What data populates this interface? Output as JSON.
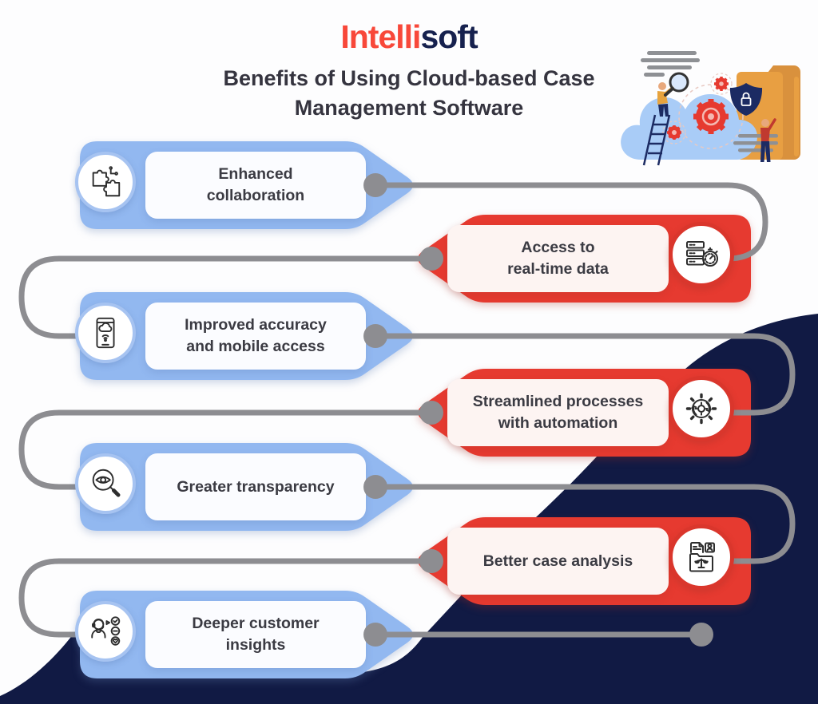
{
  "logo": {
    "part1": "Intelli",
    "part2": "soft"
  },
  "title": {
    "line1": "Benefits of Using Cloud-based Case",
    "line2": "Management Software"
  },
  "items": [
    {
      "label": "Enhanced\ncollaboration",
      "color": "blue",
      "icon": "puzzle-icon"
    },
    {
      "label": "Access to\nreal-time data",
      "color": "red",
      "icon": "server-timer-icon"
    },
    {
      "label": "Improved accuracy\nand mobile access",
      "color": "blue",
      "icon": "mobile-cloud-icon"
    },
    {
      "label": "Streamlined processes\nwith automation",
      "color": "red",
      "icon": "automation-gear-icon"
    },
    {
      "label": "Greater transparency",
      "color": "blue",
      "icon": "eye-magnifier-icon"
    },
    {
      "label": "Better case analysis",
      "color": "red",
      "icon": "case-analysis-icon"
    },
    {
      "label": "Deeper customer\ninsights",
      "color": "blue",
      "icon": "customer-headset-icon"
    }
  ],
  "colors": {
    "banner_blue": "#92b8f0",
    "banner_red": "#e63a30",
    "navy_blob": "#111a44",
    "connector_gray": "#8d8d91",
    "logo_orange": "#f8483a",
    "logo_navy": "#16214e",
    "panel_white": "#fbfcff",
    "panel_pink": "#fdf4f2"
  }
}
